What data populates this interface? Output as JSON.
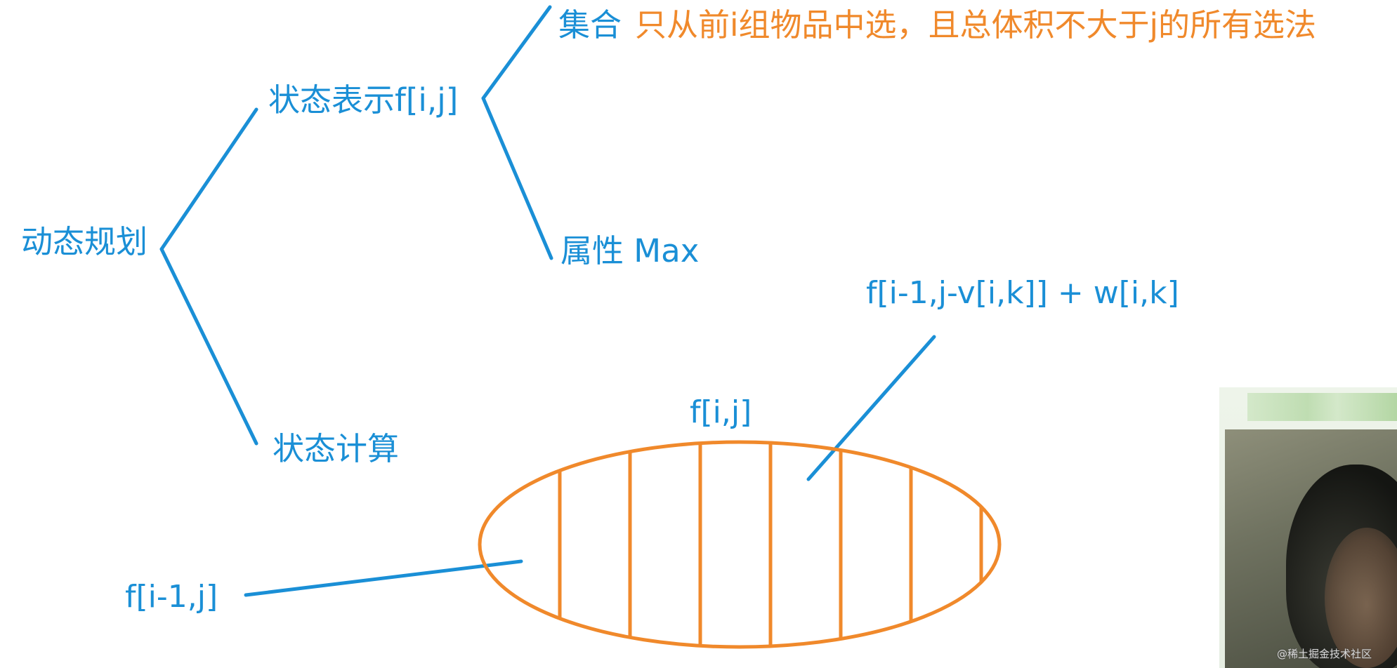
{
  "colors": {
    "blue": "#1a8fd6",
    "orange": "#f0892b",
    "background": "#ffffff"
  },
  "tree": {
    "root": "动态规划",
    "state_representation": "状态表示f[i,j]",
    "set_label": "集合",
    "set_description": "只从前i组物品中选，且总体积不大于j的所有选法",
    "attribute": "属性 Max",
    "state_computation": "状态计算"
  },
  "ellipse_diagram": {
    "title": "f[i,j]",
    "left_label": "f[i-1,j]",
    "right_label": "f[i-1,j-v[i,k]] + w[i,k]",
    "partition_count": 7
  },
  "overlay": {
    "webcam_icon": "webcam-person-icon",
    "watermark": "@稀土掘金技术社区"
  }
}
